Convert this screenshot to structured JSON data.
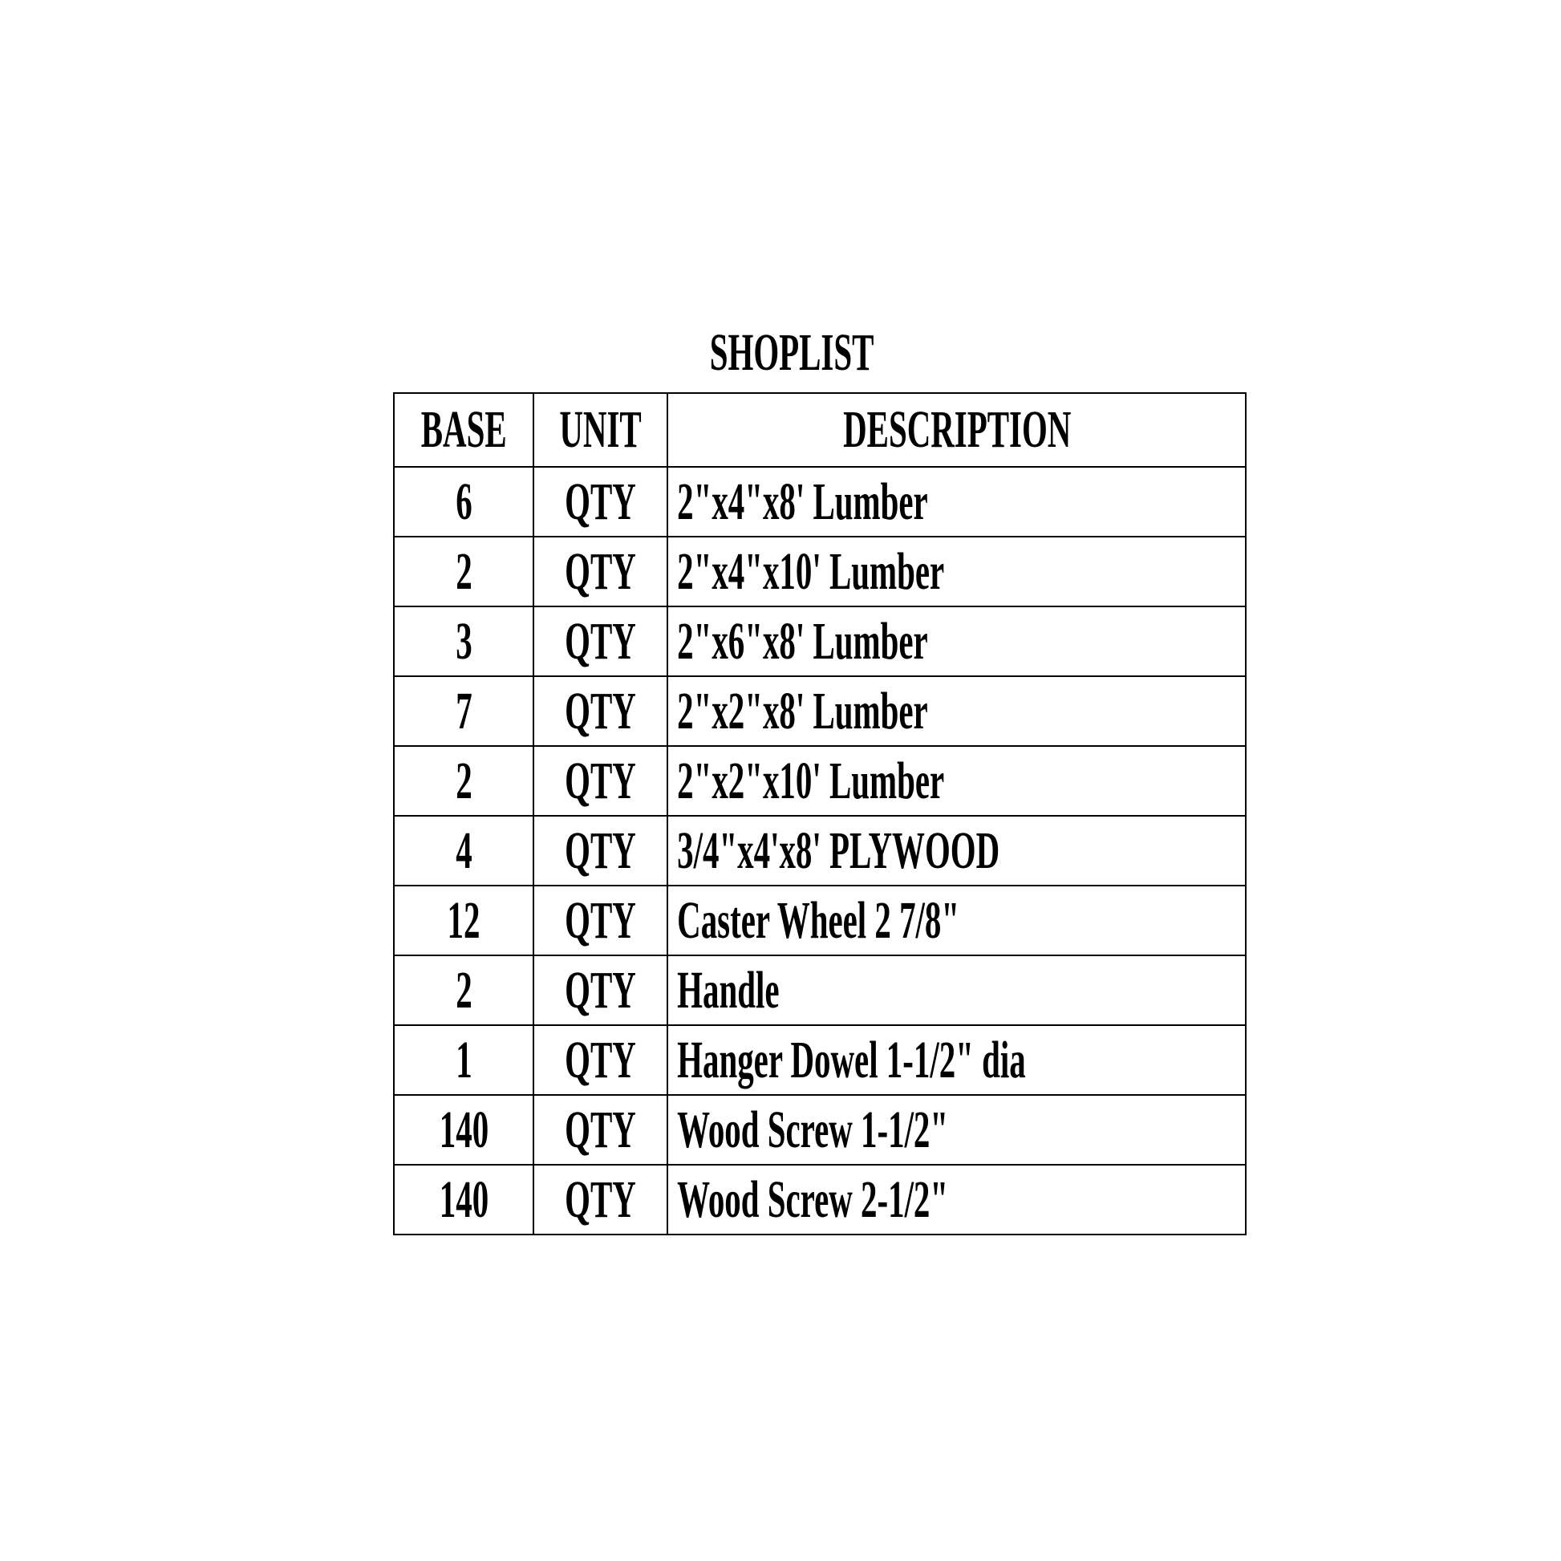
{
  "title": "SHOPLIST",
  "columns": [
    "BASE",
    "UNIT",
    "DESCRIPTION"
  ],
  "rows": [
    {
      "base": "6",
      "unit": "QTY",
      "description": "2\"x4\"x8' Lumber"
    },
    {
      "base": "2",
      "unit": "QTY",
      "description": "2\"x4\"x10' Lumber"
    },
    {
      "base": "3",
      "unit": "QTY",
      "description": "2\"x6\"x8' Lumber"
    },
    {
      "base": "7",
      "unit": "QTY",
      "description": "2\"x2\"x8' Lumber"
    },
    {
      "base": "2",
      "unit": "QTY",
      "description": "2\"x2\"x10' Lumber"
    },
    {
      "base": "4",
      "unit": "QTY",
      "description": "3/4\"x4'x8' PLYWOOD"
    },
    {
      "base": "12",
      "unit": "QTY",
      "description": "Caster Wheel 2 7/8\""
    },
    {
      "base": "2",
      "unit": "QTY",
      "description": "Handle"
    },
    {
      "base": "1",
      "unit": "QTY",
      "description": "Hanger Dowel 1-1/2\" dia"
    },
    {
      "base": "140",
      "unit": "QTY",
      "description": "Wood Screw 1-1/2\""
    },
    {
      "base": "140",
      "unit": "QTY",
      "description": "Wood Screw 2-1/2\""
    }
  ]
}
